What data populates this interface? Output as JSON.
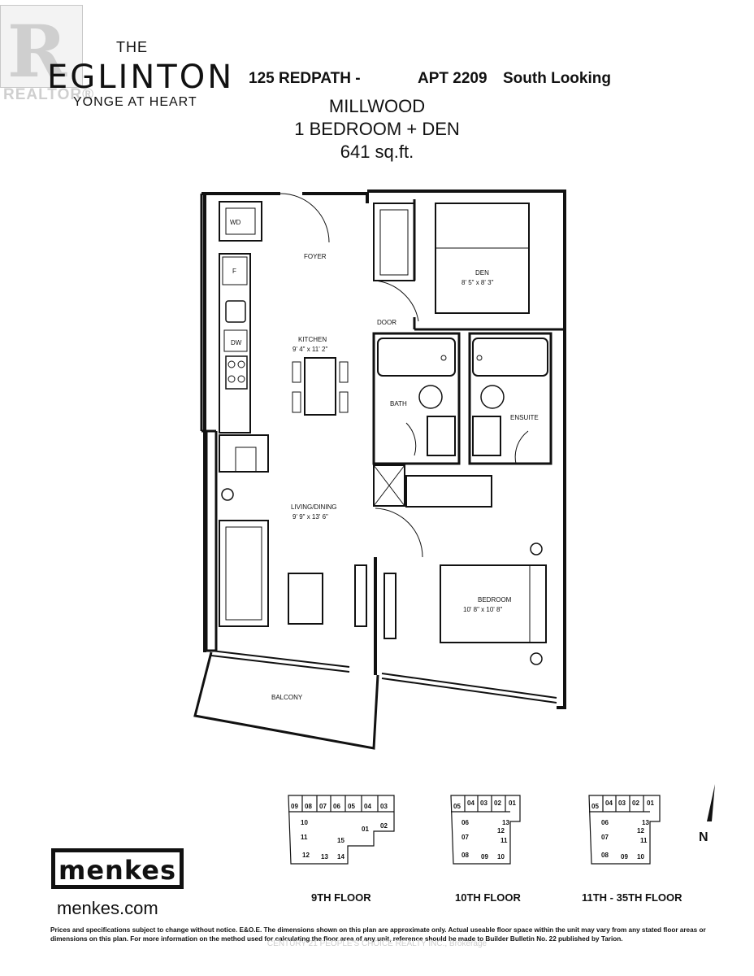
{
  "watermark": {
    "mark": "R",
    "label": "REALTOR®"
  },
  "brand": {
    "the": "THE",
    "name": "EGLINTON",
    "tagline": "YONGE AT HEART"
  },
  "header": {
    "address": "125 REDPATH -",
    "apt": "APT 2209",
    "view": "South Looking"
  },
  "model": {
    "name": "MILLWOOD",
    "type": "1 BEDROOM   + DEN",
    "area": "641 sq.ft."
  },
  "rooms": {
    "wd": "WD",
    "fridge": "F",
    "dw": "DW",
    "foyer": "FOYER",
    "den": "DEN",
    "den_dim": "8' 5\" x 8' 3\"",
    "door": "DOOR",
    "kitchen": "KITCHEN",
    "kitchen_dim": "9' 4\" x 11' 2\"",
    "bath": "BATH",
    "ensuite": "ENSUITE",
    "living": "LIVING/DINING",
    "living_dim": "9' 9\" x 13' 6\"",
    "bedroom": "BEDROOM",
    "bedroom_dim": "10' 8\" x 10' 8\"",
    "balcony": "BALCONY"
  },
  "keyplans": {
    "floor9": {
      "label": "9TH FLOOR",
      "units": [
        "09",
        "08",
        "07",
        "06",
        "05",
        "04",
        "03",
        "10",
        "01",
        "02",
        "11",
        "15",
        "12",
        "13",
        "14"
      ]
    },
    "floor10": {
      "label": "10TH FLOOR",
      "units": [
        "05",
        "04",
        "03",
        "02",
        "01",
        "06",
        "13",
        "12",
        "07",
        "11",
        "08",
        "09",
        "10"
      ]
    },
    "floor11": {
      "label": "11TH - 35TH FLOOR",
      "units": [
        "05",
        "04",
        "03",
        "02",
        "01",
        "06",
        "13",
        "12",
        "07",
        "11",
        "08",
        "09",
        "10"
      ]
    },
    "north": "N"
  },
  "developer": {
    "logo": "menkes",
    "url": "menkes.com"
  },
  "disclaimer": "Prices and specifications subject to change without notice. E&O.E. The dimensions shown on this plan are approximate only. Actual useable floor space within the unit may vary from any stated floor areas or dimensions on this plan. For more information on the method used for calculating the floor area of any unit, reference should be made to Builder Bulletin No. 22 published by Tarion.",
  "footer": "CENTURY 21 PEOPLE'S CHOICE REALTY INC., Brokerage"
}
